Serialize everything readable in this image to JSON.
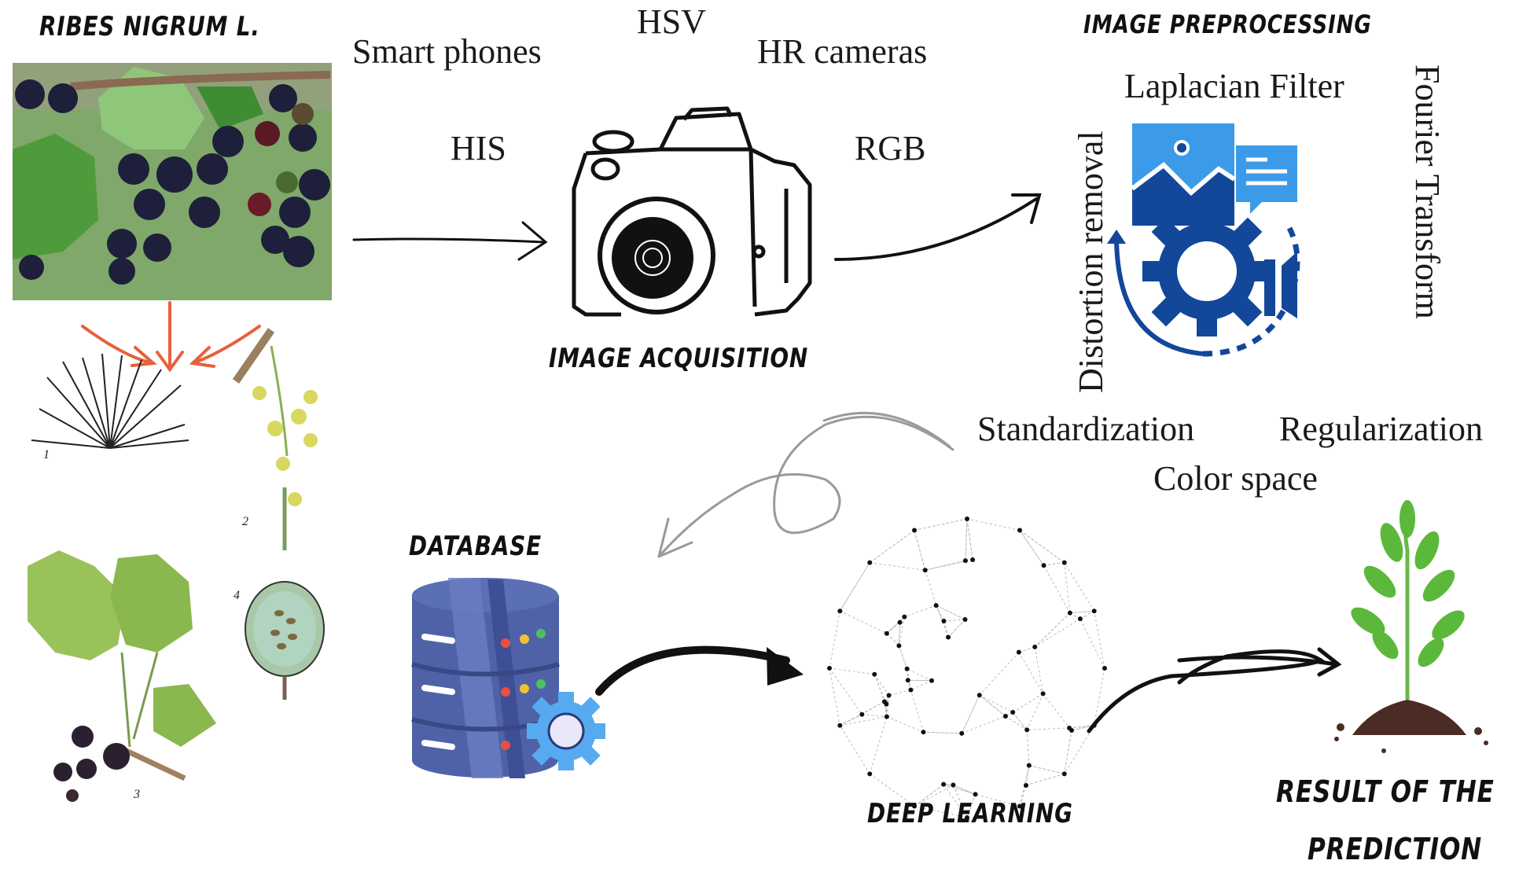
{
  "diagram": {
    "stages": {
      "source": {
        "title": "RIBES NIGRUM L.",
        "illustration_labels": [
          "1",
          "2",
          "3",
          "4"
        ]
      },
      "acquisition": {
        "title": "IMAGE ACQUISITION",
        "devices": [
          "Smart phones",
          "HR cameras"
        ],
        "color_models": [
          "HSV",
          "HIS",
          "RGB"
        ]
      },
      "preprocessing": {
        "title": "IMAGE PREPROCESSING",
        "top_label": "Laplacian Filter",
        "left_label": "Distortion removal",
        "right_label": "Fourier Transform",
        "bottom_labels": [
          "Standardization",
          "Regularization",
          "Color space"
        ]
      },
      "database": {
        "title": "DATABASE"
      },
      "deep_learning": {
        "title": "DEEP LEARNING"
      },
      "result": {
        "title_line1": "RESULT OF THE",
        "title_line2": "PREDICTION"
      }
    },
    "colors": {
      "arrow_orange": "#e8603c",
      "icon_blue_light": "#3b9be8",
      "icon_blue_dark": "#12479a",
      "db_blue": "#4f62a8",
      "gray_arrow": "#9a9a9a",
      "plant_green": "#5cb83a",
      "soil_brown": "#4a2c24"
    }
  }
}
